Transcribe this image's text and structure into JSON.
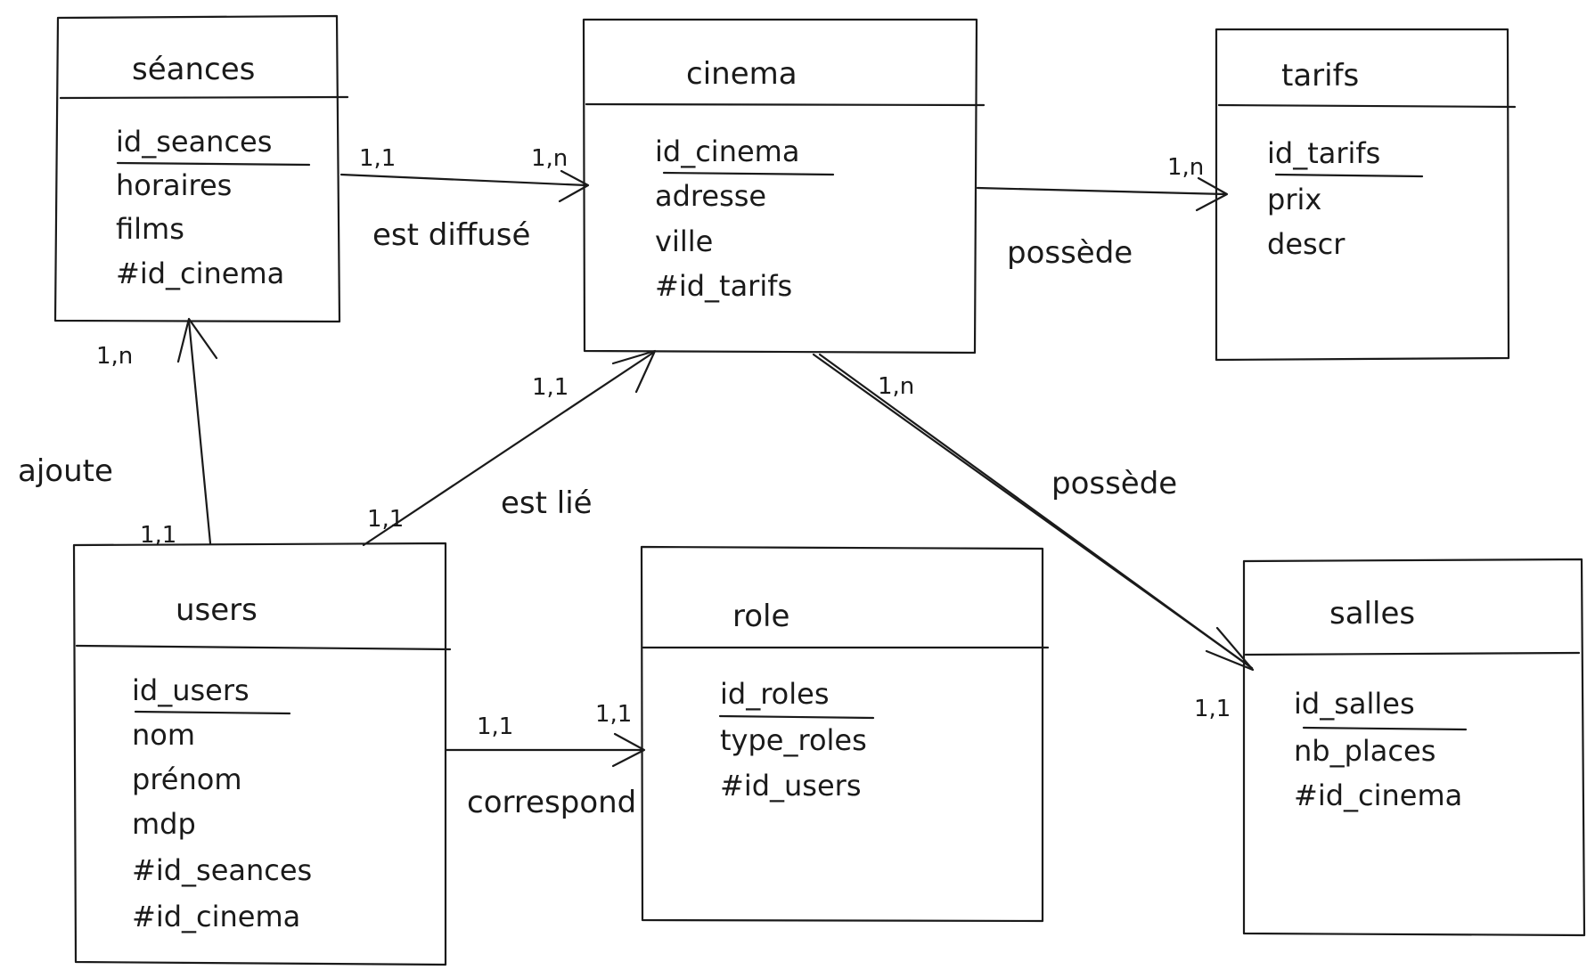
{
  "entities": {
    "seances": {
      "title": "séances",
      "fields": [
        "id_seances",
        "horaires",
        "films",
        "#id_cinema"
      ]
    },
    "cinema": {
      "title": "cinema",
      "fields": [
        "id_cinema",
        "adresse",
        "ville",
        "#id_tarifs"
      ]
    },
    "tarifs": {
      "title": "tarifs",
      "fields": [
        "id_tarifs",
        "prix",
        "descr"
      ]
    },
    "users": {
      "title": "users",
      "fields": [
        "id_users",
        "nom",
        "prénom",
        "mdp",
        "#id_seances",
        "#id_cinema"
      ]
    },
    "role": {
      "title": "role",
      "fields": [
        "id_roles",
        "type_roles",
        "#id_users"
      ]
    },
    "salles": {
      "title": "salles",
      "fields": [
        "id_salles",
        "nb_places",
        "#id_cinema"
      ]
    }
  },
  "relations": {
    "seances_cinema": {
      "label": "est diffusé",
      "card_from": "1,1",
      "card_to": "1,n"
    },
    "cinema_tarifs": {
      "label": "possède",
      "card_to": "1,n"
    },
    "users_seances": {
      "label": "ajoute",
      "card_from": "1,1",
      "card_to": "1,n"
    },
    "users_cinema": {
      "label": "est lié",
      "card_from": "1,1",
      "card_to": "1,1"
    },
    "cinema_salles": {
      "label": "possède",
      "card_from": "1,n",
      "card_to": "1,1"
    },
    "users_role": {
      "label": "correspond",
      "card_from": "1,1",
      "card_to": "1,1"
    }
  }
}
